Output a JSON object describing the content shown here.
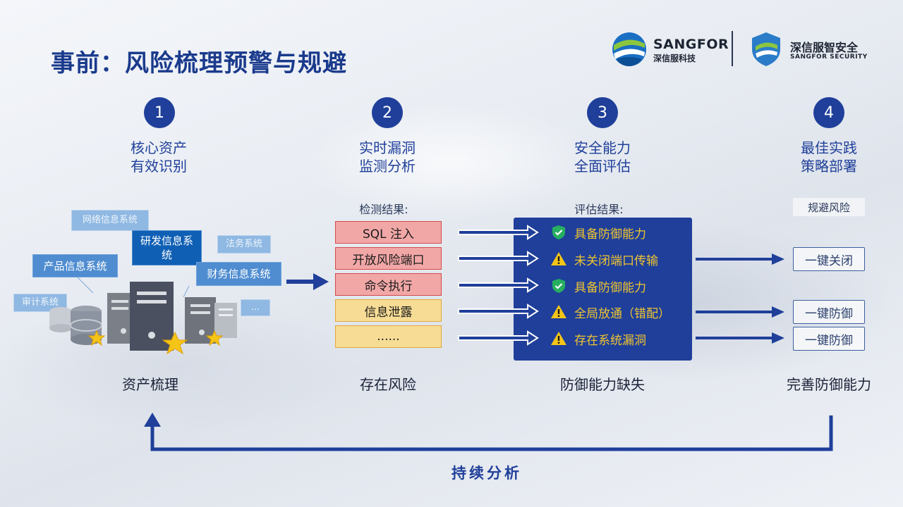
{
  "title": "事前：风险梳理预警与规避",
  "logos": {
    "sangfor_en": "SANGFOR",
    "sangfor_cn": "深信服科技",
    "security_cn": "深信服智安全",
    "security_en": "SANGFOR SECURITY"
  },
  "steps": [
    {
      "number": "1",
      "line1": "核心资产",
      "line2": "有效识别",
      "bottom": "资产梳理"
    },
    {
      "number": "2",
      "line1": "实时漏洞",
      "line2": "监测分析",
      "bottom": "存在风险"
    },
    {
      "number": "3",
      "line1": "安全能力",
      "line2": "全面评估",
      "bottom": "防御能力缺失"
    },
    {
      "number": "4",
      "line1": "最佳实践",
      "line2": "策略部署",
      "bottom": "完善防御能力"
    }
  ],
  "assets": {
    "tags": [
      "网络信息系统",
      "研发信息系统",
      "法务系统",
      "产品信息系统",
      "财务信息系统",
      "审计系统",
      "..."
    ]
  },
  "detection": {
    "heading": "检测结果:",
    "items": [
      {
        "label": "SQL 注入",
        "level": "red"
      },
      {
        "label": "开放风险端口",
        "level": "red"
      },
      {
        "label": "命令执行",
        "level": "red"
      },
      {
        "label": "信息泄露",
        "level": "yellow"
      },
      {
        "label": "......",
        "level": "yellow"
      }
    ]
  },
  "assessment": {
    "heading": "评估结果:",
    "items": [
      {
        "label": "具备防御能力",
        "icon": "shield-check-icon"
      },
      {
        "label": "未关闭端口传输",
        "icon": "warning-icon"
      },
      {
        "label": "具备防御能力",
        "icon": "shield-check-icon"
      },
      {
        "label": "全局放通（错配）",
        "icon": "warning-icon"
      },
      {
        "label": "存在系统漏洞",
        "icon": "warning-icon"
      }
    ]
  },
  "avoidance": {
    "heading": "规避风险",
    "actions": [
      "一键关闭",
      "一键防御",
      "一键防御"
    ]
  },
  "loop_label": "持续分析",
  "colors": {
    "primary": "#1f3f9a",
    "title": "#1a3a8c",
    "warning": "#f0c531",
    "risk_red": "#f2a7a7",
    "risk_yellow": "#f7dc95",
    "check_green": "#27ae60"
  }
}
